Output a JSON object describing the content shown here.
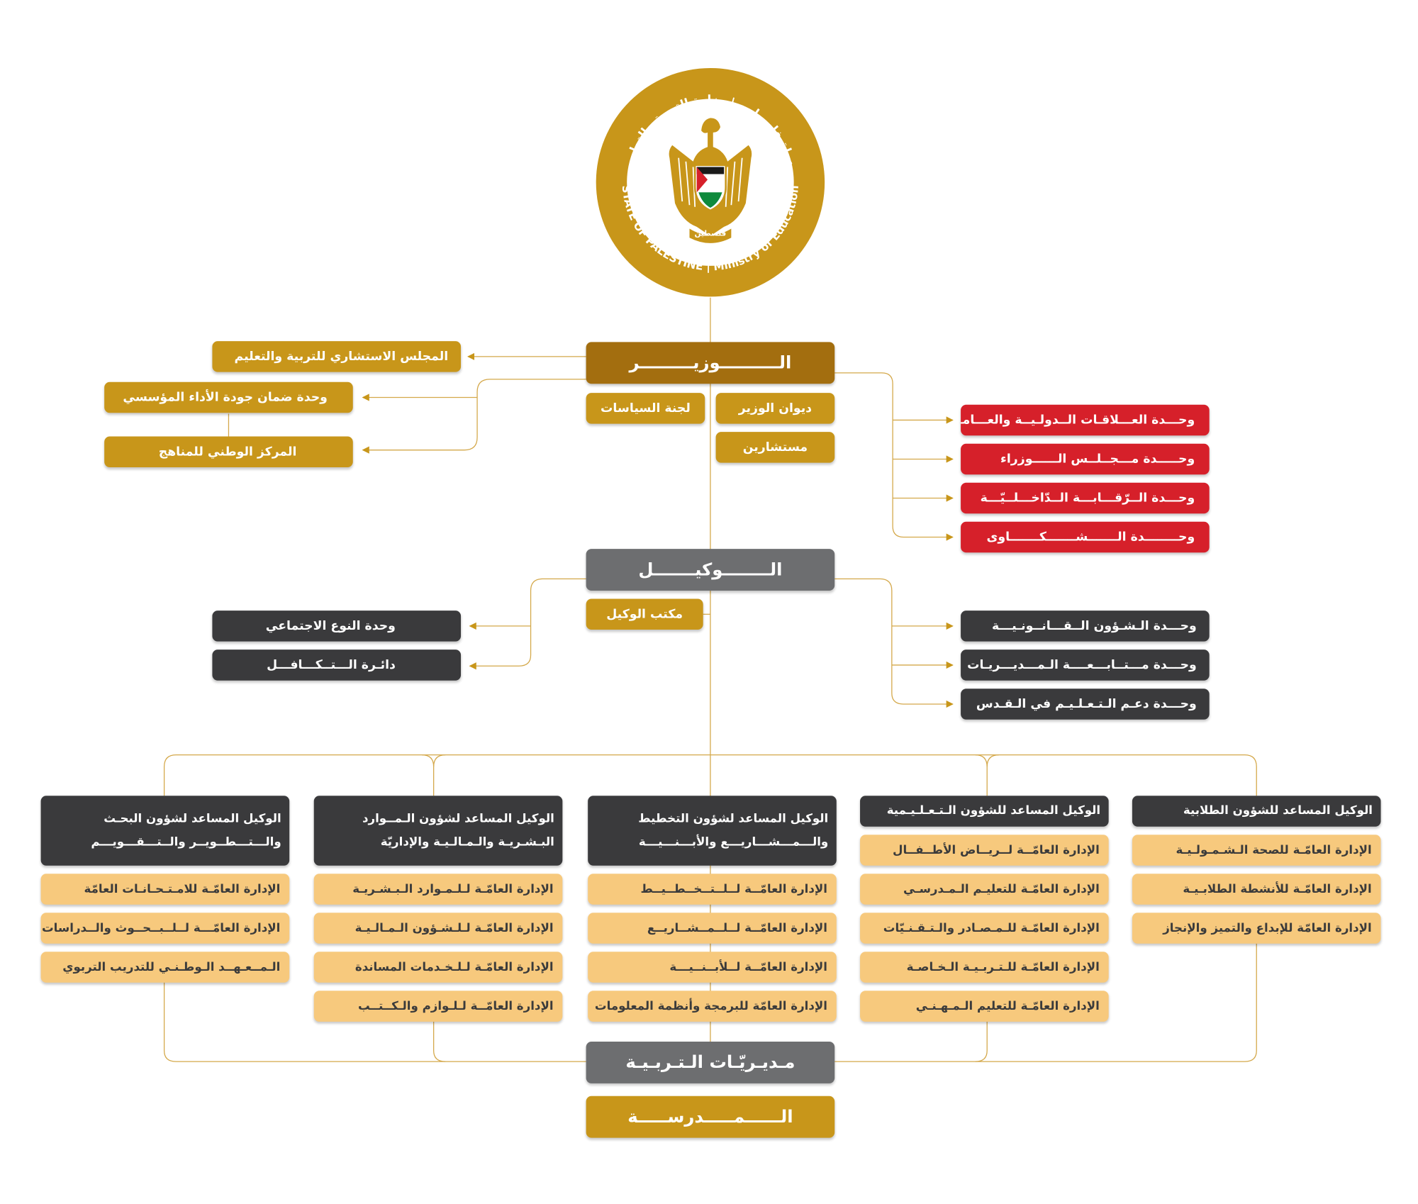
{
  "logo": {
    "arabic_text": "دولة فلسطين | وزارة التربية والتعليم",
    "english_text": "STATE OF PALESTINE | Ministry of Education",
    "emblem_text": "فلسطين",
    "colors": {
      "gold": "#c8961a",
      "black": "#1a1a1a",
      "red": "#d6202a",
      "green": "#0f8a3c"
    }
  },
  "minister": {
    "title": "الــــــــــوزيـــــــــر",
    "left_units": [
      "المجلس الاستشاري للتربية والتعليم",
      "وحدة ضمان جودة الأداء المؤسسي",
      "المركز الوطني للمناهج"
    ],
    "sub_units": [
      "ديوان الوزير",
      "لجنة السياسات",
      "مستشارين"
    ],
    "right_units": [
      "وحـــدة العـــلاقـات الــدولـيــة والعـــامـــــة",
      "وحـــــدة مـــجــلــس الــــــوزراء",
      "وحـــدة الــرّقـــابـــة الــدّاخـــلــيّـــة",
      "وحــــــــدة الـــــــشـــــــكـــــــاوى"
    ]
  },
  "deputy": {
    "title": "الــــــــوكيـــــــل",
    "office": "مكتب الوكيل",
    "left_units": [
      "وحدة النوع الاجتماعي",
      "دائـرة الـــتــكـــافـــل"
    ],
    "right_units": [
      "وحـــدة الـشـؤون الــقـــانــونـيـــة",
      "وحـــدة مـــتــابـــعــــة الـمـــديـــريـات",
      "وحـــدة دعـم الـتـعـلـيـم في الـقـدس"
    ]
  },
  "assistants": [
    {
      "title_lines": [
        "الوكيل المساعد لشؤون البحـث",
        "والـــتـــطــويــر والــتـــقـــويـــم"
      ],
      "departments": [
        "الإدارة العامّـة للامـتـحـانـات العامّة",
        "الإدارة العامّـــة لــلــبــحــوث والــدراسات",
        "الـمــعـهــد الـوطـنـي للتدريب التربوي"
      ]
    },
    {
      "title_lines": [
        "الوكيل المساعد لشؤون الـمــوارد",
        "البـشـريـة والـمـالـيـة والإداريّة"
      ],
      "departments": [
        "الإدارة العامّـة لـلـمـوارد الـبـشـريـة",
        "الإدارة العامّـة لـلـشـؤون الـمـالـيـة",
        "الإدارة العامّـة لـلـخـدمات المساندة",
        "الإدارة العامّــة لـلـوازم والـكــتــب"
      ]
    },
    {
      "title_lines": [
        "الوكيل المساعد لشؤون التخطيط",
        "والـــمـــشـــاريـــع والأبـــنـــيـــة"
      ],
      "departments": [
        "الإدارة العامّــة لــلــتــخــطــيــط",
        "الإدارة العامّــة لــلــمــشــاريــع",
        "الإدارة العامّــة لــلأبــنــيـــة",
        "الإدارة العامّة للبرمجة وأنظمة المعلومات"
      ]
    },
    {
      "title_lines": [
        "الوكيل المساعد للشؤون الـتـعـلـيـمية"
      ],
      "departments": [
        "الإدارة العامّــة لــريــاض الأطــفــال",
        "الإدارة العامّـة للتعليـم الـمـدرسـي",
        "الإدارة العامّـة للـمـصـادر والـتـقـنـيّات",
        "الإدارة العامّـة للـتـربـيـة الـخـاصـة",
        "الإدارة العامّـة للتعليم الـمـهـنـي"
      ]
    },
    {
      "title_lines": [
        "الوكيل المساعد للشؤون الطلابية"
      ],
      "departments": [
        "الإدارة العامّـة للصحة الـشـمـولـيـة",
        "الإدارة العامّـة للأنشطة الطلابـيـة",
        "الإدارة العامّة للإبداع والتميز والإنجاز"
      ]
    }
  ],
  "directorates": "مـديـريّـات الـتـربـيـة",
  "school": "الــــــمـــــدرســـــة"
}
